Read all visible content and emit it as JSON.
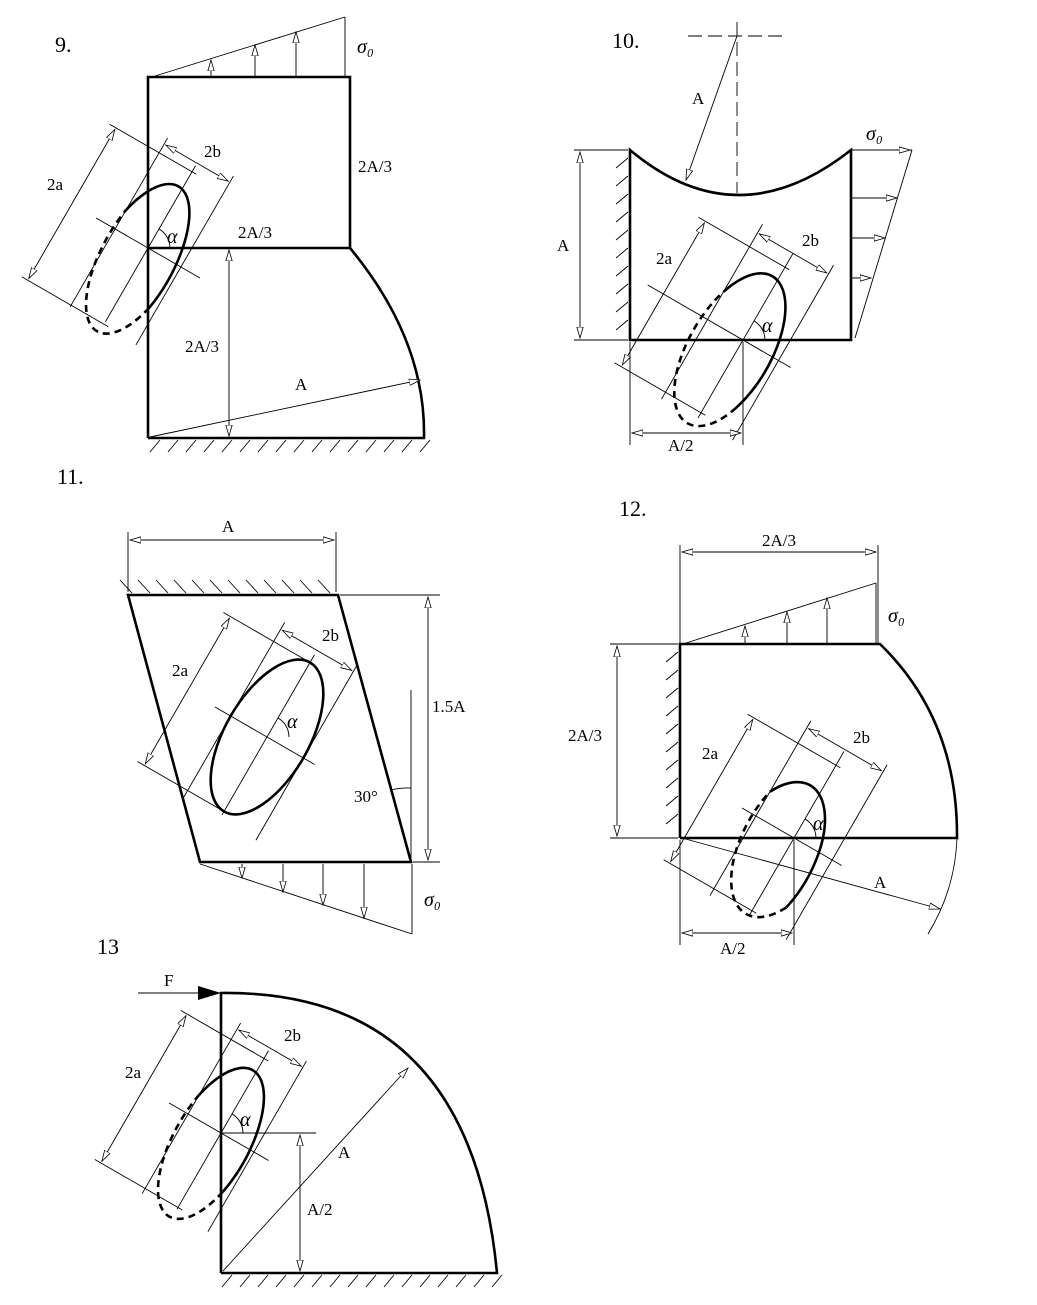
{
  "figures": [
    {
      "id": "9",
      "number": "9.",
      "labels": {
        "major": "2a",
        "minor": "2b",
        "width": "2A/3",
        "upper_height": "2A/3",
        "lower_height": "2A/3",
        "radius": "A",
        "angle": "α",
        "load": "σ₀"
      }
    },
    {
      "id": "10",
      "number": "10.",
      "labels": {
        "radius": "A",
        "height": "A",
        "major": "2a",
        "minor": "2b",
        "offset": "A/2",
        "angle": "α",
        "load": "σ₀"
      }
    },
    {
      "id": "11",
      "number": "11.",
      "labels": {
        "width": "A",
        "height": "1.5A",
        "major": "2a",
        "minor": "2b",
        "incline": "30°",
        "angle": "α",
        "load": "σ₀"
      }
    },
    {
      "id": "12",
      "number": "12.",
      "labels": {
        "width": "2A/3",
        "height": "2A/3",
        "major": "2a",
        "minor": "2b",
        "radius": "A",
        "offset": "A/2",
        "angle": "α",
        "load": "σ₀"
      }
    },
    {
      "id": "13",
      "number": "13",
      "labels": {
        "force": "F",
        "major": "2a",
        "minor": "2b",
        "radius": "A",
        "offset": "A/2",
        "angle": "α"
      }
    }
  ]
}
